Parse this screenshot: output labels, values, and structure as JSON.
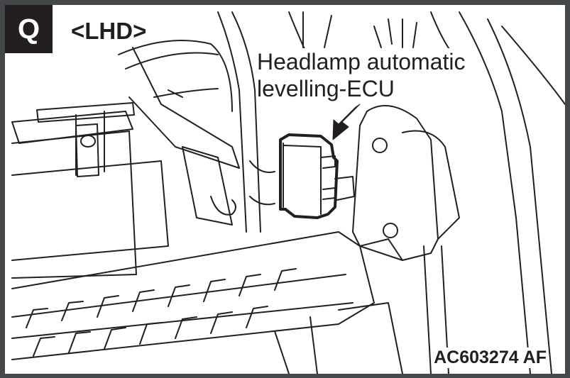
{
  "badge": "Q",
  "variant": "<LHD>",
  "callout": {
    "line1": "Headlamp automatic",
    "line2": "levelling-ECU"
  },
  "figure_code": "AC603274",
  "figure_suffix": "AF",
  "colors": {
    "frame": "#45484b",
    "ink": "#231f20"
  }
}
